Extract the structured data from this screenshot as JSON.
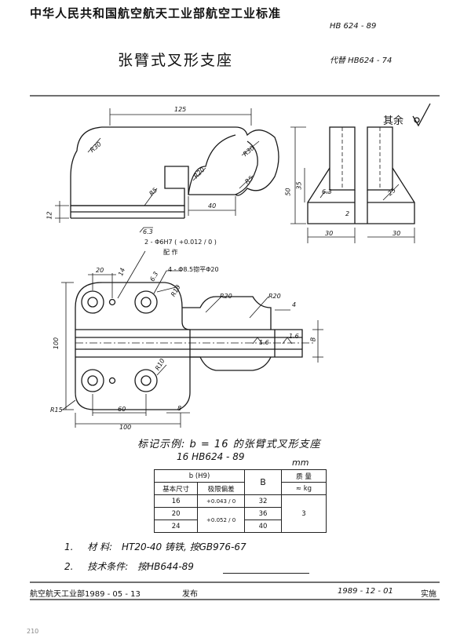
{
  "header": {
    "org_standard": "中华人民共和国航空航天工业部航空工业标准",
    "standard_no": "HB 624 - 89",
    "title": "张臂式叉形支座",
    "replaces": "代替 HB624 - 74"
  },
  "roughness_note": "其余",
  "dimensions": {
    "front_view": {
      "d125": "125",
      "r30a": "R30",
      "r30b": "R30",
      "r20": "R20",
      "r5a": "R5",
      "r5b": "R5",
      "d40": "40",
      "d12": "12",
      "r63": "6.3"
    },
    "side_view": {
      "d35": "35",
      "d50": "50",
      "r63": "6.3",
      "r25": "25",
      "d2": "2",
      "d30a": "30",
      "d30b": "30"
    },
    "plan_view": {
      "hole_note_1": "2 - Φ6H7 ( +0.012 / 0 )",
      "hole_note_1b": "配 作",
      "hole_note_2": "4 - Φ8.5锪平Φ20",
      "d20": "20",
      "d14": "14",
      "r63": "6.3",
      "r10": "R10",
      "r20a": "R20",
      "r20b": "R20",
      "d4": "4",
      "d100": "100",
      "d16a": "1.6",
      "d16b": "1.6",
      "b": "B",
      "r15": "R15",
      "d60": "60",
      "d8": "8",
      "d100b": "100",
      "r10b": "R10"
    }
  },
  "mark_example": {
    "line1": "标记示例:  b = 16 的张臂式叉形支座",
    "line2": "16   HB624 - 89",
    "unit": "mm"
  },
  "spec_table": {
    "b_header": "b (H9)",
    "col_basic": "基本尺寸",
    "col_dev": "极限偏差",
    "col_B": "B",
    "col_mass": "质  量",
    "col_mass_unit": "≈ kg",
    "dev_1": "+0.043 / 0",
    "dev_2": "+0.052 / 0",
    "mass_all": "3",
    "rows": [
      {
        "b": "16",
        "B": "32"
      },
      {
        "b": "20",
        "B": "36"
      },
      {
        "b": "24",
        "B": "40"
      }
    ]
  },
  "requirements": [
    {
      "num": "1.",
      "label": "材    料:",
      "text": "HT20-40 铸铁, 按GB976-67"
    },
    {
      "num": "2.",
      "label": "技术条件:",
      "text": "按HB644-89"
    }
  ],
  "footer": {
    "issuer": "航空航天工业部1989 - 05 - 13",
    "issued": "发布",
    "effective": "1989 - 12 - 01",
    "implement": "实施"
  },
  "page_number": "210"
}
